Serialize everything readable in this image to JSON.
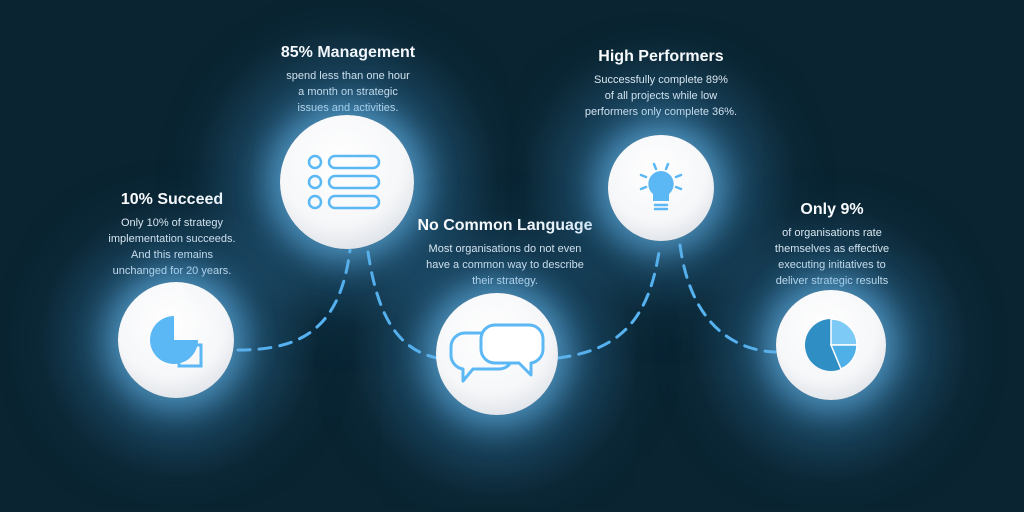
{
  "accent": "#5bb8f5",
  "items": [
    {
      "title": "10% Succeed",
      "lines": [
        "Only 10% of strategy",
        "implementation succeeds.",
        "And this remains",
        "unchanged for 20 years."
      ],
      "icon": "pie-chart-icon"
    },
    {
      "title": "85% Management",
      "lines": [
        "spend less than one hour",
        "a month on strategic",
        "issues and activities."
      ],
      "icon": "list-icon"
    },
    {
      "title": "No Common Language",
      "lines": [
        "Most organisations do not even",
        "have a common way to describe",
        "their strategy."
      ],
      "icon": "chat-bubbles-icon"
    },
    {
      "title": "High Performers",
      "lines": [
        "Successfully complete 89%",
        "of all projects while low",
        "performers only complete 36%."
      ],
      "icon": "lightbulb-icon"
    },
    {
      "title": "Only 9%",
      "lines": [
        "of organisations rate",
        "themselves as effective",
        "executing initiatives to",
        "deliver strategic results"
      ],
      "icon": "pie-chart-icon"
    }
  ]
}
